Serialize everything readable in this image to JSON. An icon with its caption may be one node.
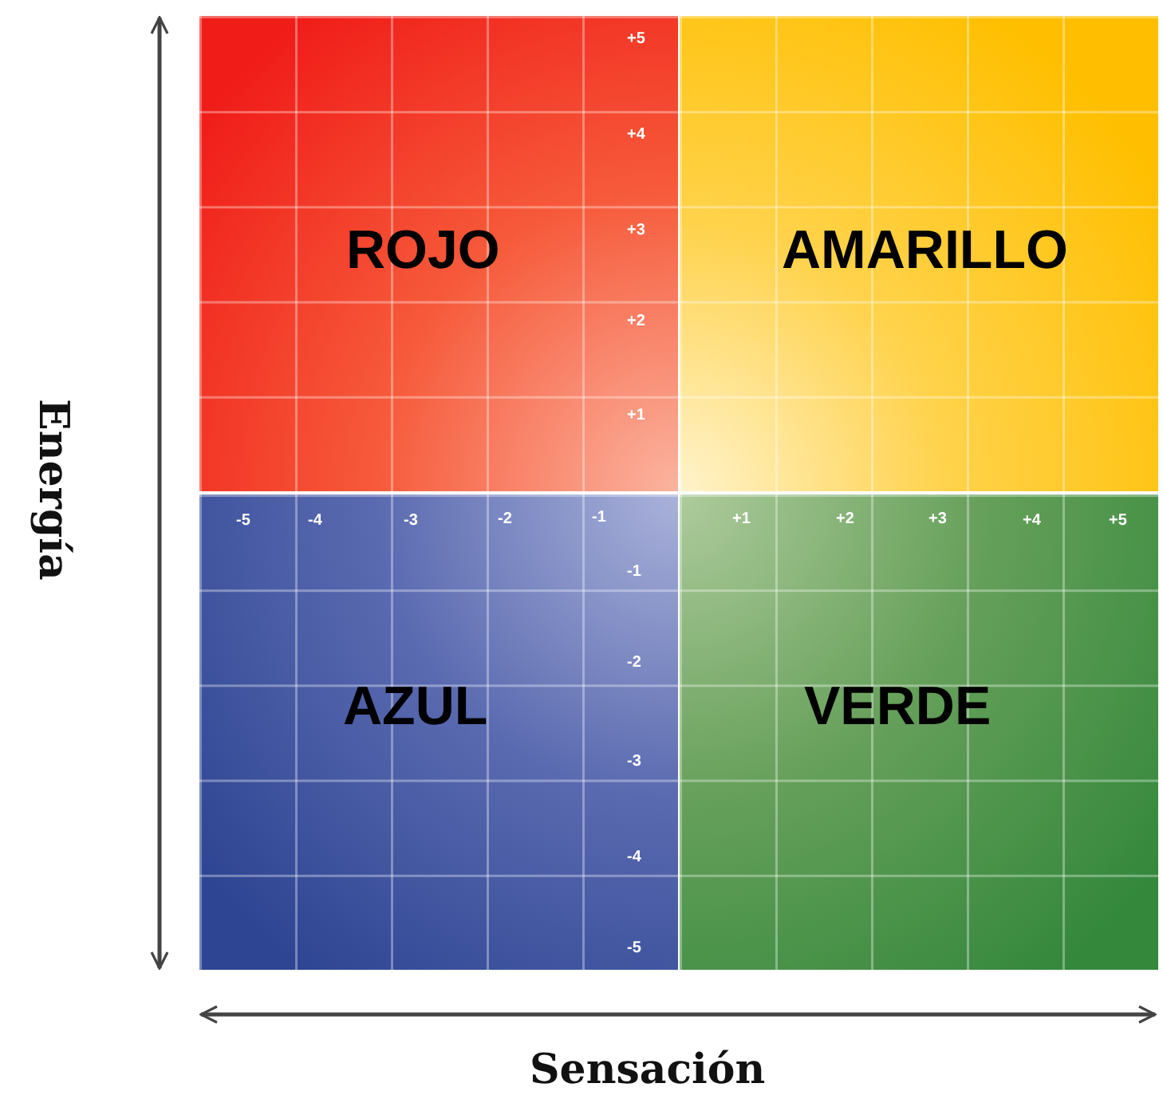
{
  "diagram": {
    "nodes": [
      {
        "text": [
          "ROJO"
        ]
      },
      {
        "text": [
          "AMARILLO"
        ]
      },
      {
        "text": [
          "AZUL"
        ]
      },
      {
        "text": [
          "VERDE"
        ]
      }
    ],
    "labels": [
      "+5",
      "+4",
      "+3",
      "+2",
      "+1",
      "-5",
      "-4",
      "-3",
      "-2",
      "-1",
      "+1",
      "+2",
      "+3",
      "+4",
      "+5",
      "-1",
      "-2",
      "-3",
      "-4",
      "-5",
      "Energía",
      "Sensación"
    ]
  }
}
